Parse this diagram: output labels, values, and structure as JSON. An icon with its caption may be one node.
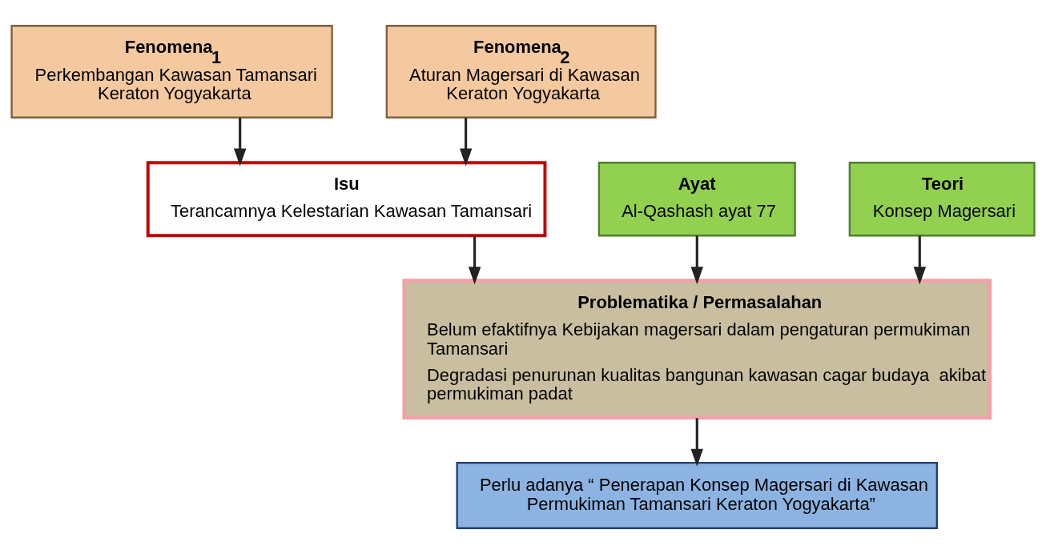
{
  "diagram": {
    "nodes": [
      {
        "text": [
          "Fenomena$_{1}$",
          "Perkembangan Kawasan Tamansari Keraton Yogyakarta"
        ]
      },
      {
        "text": [
          "Fenomena$_{2}$",
          "Aturan Magersari di Kawasan Keraton Yogyakarta"
        ]
      },
      {
        "text": [
          "Isu",
          "Terancamnya Kelestarian Kawasan Tamansari"
        ]
      },
      {
        "text": [
          "Ayat",
          "Al-Qashash ayat 77"
        ]
      },
      {
        "text": [
          "Teori",
          "Konsep Magersari"
        ]
      },
      {
        "text": [
          "Problematika / Permasalahan",
          "Belum efaktifnya Kebijakan magersari dalam pengaturan permukiman Tamansari",
          "Degradasi penurunan kualitas bangunan kawasan cagar budaya  akibat permukiman padat"
        ]
      },
      {
        "text": [
          "Perlu adanya “ Penerapan Konsep Magersari di Kawasan Permukiman Tamansari Keraton Yogyakarta”"
        ]
      }
    ],
    "edges": [
      {
        "from": 0,
        "to": 2,
        "arrow": "to"
      },
      {
        "from": 1,
        "to": 2,
        "arrow": "to"
      },
      {
        "from": 2,
        "to": 5,
        "arrow": "to"
      },
      {
        "from": 3,
        "to": 5,
        "arrow": "to"
      },
      {
        "from": 4,
        "to": 5,
        "arrow": "to"
      },
      {
        "from": 5,
        "to": 6,
        "arrow": "to"
      }
    ]
  }
}
